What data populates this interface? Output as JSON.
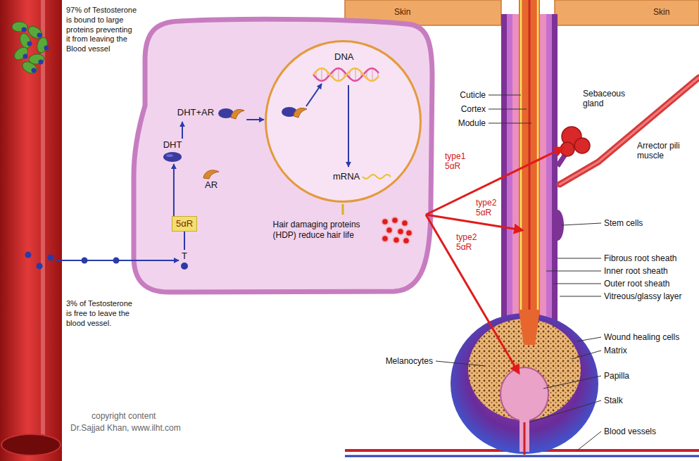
{
  "diagram": {
    "nodes": [
      {
        "text": [
          "97% of Testosterone is bound to large proteins preventing it from leaving the Blood vessel",
          "3% of Testosterone is free to leave the blood vessel."
        ]
      },
      {
        "text": [
          "DHT+AR"
        ]
      },
      {
        "text": [
          "DHT"
        ]
      },
      {
        "text": [
          "AR"
        ]
      },
      {
        "text": [
          "5αR"
        ]
      },
      {
        "text": [
          "T"
        ]
      },
      {
        "text": [
          "DNA",
          "mRNA"
        ]
      },
      {
        "text": [
          "Hair damaging proteins (HDP) reduce hair life"
        ]
      }
    ],
    "edges": [
      {
        "from": 0,
        "to": 5,
        "arrow": "to"
      },
      {
        "from": 5,
        "to": 4,
        "arrow": "none"
      },
      {
        "from": 4,
        "to": 2,
        "arrow": "to"
      },
      {
        "from": 2,
        "to": 1,
        "arrow": "to"
      },
      {
        "from": 1,
        "to": 6,
        "arrow": "to"
      },
      {
        "from": 6,
        "to": 7,
        "arrow": "none"
      }
    ],
    "labels": [
      "Skin",
      "Skin",
      "Cuticle",
      "Cortex",
      "Module",
      "Sebaceous gland",
      "Arrector pili muscle",
      "type1 5αR",
      "type2 5αR",
      "type2 5αR",
      "Stem cells",
      "Fibrous root sheath",
      "Inner root sheath",
      "Outer root sheath",
      "Vitreous/glassy layer",
      "Wound healing cells",
      "Matrix",
      "Melanocytes",
      "Papilla",
      "Stalk",
      "Blood vessels",
      "copyright content",
      "Dr.Sajjad Khan, www.ilht.com"
    ]
  }
}
